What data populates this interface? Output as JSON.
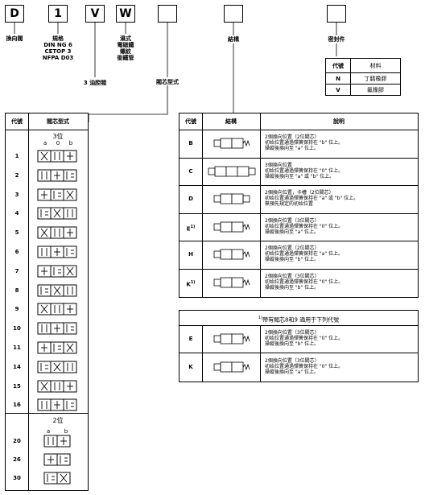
{
  "code_boxes": [
    "D",
    "1",
    "V",
    "W",
    "",
    ""
  ],
  "callouts": {
    "d": "換向閥",
    "one": [
      "規格",
      "DIN NG 6",
      "CETOP 3",
      "NFPA D03"
    ],
    "v": "3 油腔閥",
    "w": [
      "濕式",
      "電磁鐵",
      "螺紋",
      "銜鐵管"
    ],
    "spool": "閥芯型式",
    "structure": "結構",
    "seal": "密封件"
  },
  "seal_table": {
    "headers": [
      "代號",
      "材料"
    ],
    "rows": [
      [
        "N",
        "丁腈橡膠"
      ],
      [
        "V",
        "氟橡膠"
      ]
    ]
  },
  "spool_table": {
    "headers": [
      "代號",
      "閥芯型式"
    ],
    "three_pos_label": "3位",
    "positions": [
      "a",
      "0",
      "b"
    ],
    "three_pos_codes": [
      "1",
      "2",
      "3",
      "4",
      "5",
      "6",
      "7",
      "8",
      "9",
      "10",
      "11",
      "14",
      "15",
      "16"
    ],
    "two_pos_label": "2位",
    "two_pos_positions": [
      "a",
      "b"
    ],
    "two_pos_codes": [
      "20",
      "26",
      "30"
    ]
  },
  "structure_table": {
    "headers": [
      "代號",
      "結構",
      "說明"
    ],
    "rows": [
      {
        "code": "B",
        "sup": "",
        "desc": [
          "2個換向位置（2位閥芯）",
          "初始位置通過彈簧保持在 \"b\" 位上。",
          "操縱後換向至 \"a\" 位上。"
        ]
      },
      {
        "code": "C",
        "sup": "",
        "desc": [
          "3個換向位置",
          "初始位置通過彈簧保持在 \"0\" 位上。",
          "操縱後換向至 \"a\" 或 \"b\" 位上。"
        ]
      },
      {
        "code": "D",
        "sup": "",
        "desc": [
          "2個換向位置，卡槽（2位閥芯）",
          "初始位置通過彈簧保持在 \"a\" 或 \"b\" 位上。",
          "無預先規定的初始位置"
        ]
      },
      {
        "code": "E",
        "sup": "1)",
        "desc": [
          "2個換向位置（3位閥芯）",
          "初始位置通過彈簧保持在 \"0\" 位上。",
          "操縱後換向至 \"a\" 位上。"
        ]
      },
      {
        "code": "H",
        "sup": "",
        "desc": [
          "2個換向位置（2位閥芯）",
          "初始位置通過彈簧保持在 \"a\" 位上。",
          "操縱後換向至 \"b\" 位上。"
        ]
      },
      {
        "code": "K",
        "sup": "1)",
        "desc": [
          "2個換向位置（3位閥芯）",
          "初始位置通過彈簧保持在 \"0\" 位上。",
          "操縱後換向至 \"b\" 位上。"
        ]
      }
    ]
  },
  "footnote_table": {
    "title_sup": "1)",
    "title": "帶有閥芯8和9 適用于下列代號",
    "rows": [
      {
        "code": "E",
        "desc": [
          "2個換向位置（3位閥芯）",
          "初始位置通過彈簧保持在 \"0\" 位上。",
          "操縱後換向至 \"b\" 位上。"
        ]
      },
      {
        "code": "K",
        "desc": [
          "2個換向位置（3位閥芯）",
          "初始位置通過彈簧保持在 \"0\" 位上。",
          "操縱後換向至 \"a\" 位上。"
        ]
      }
    ]
  }
}
